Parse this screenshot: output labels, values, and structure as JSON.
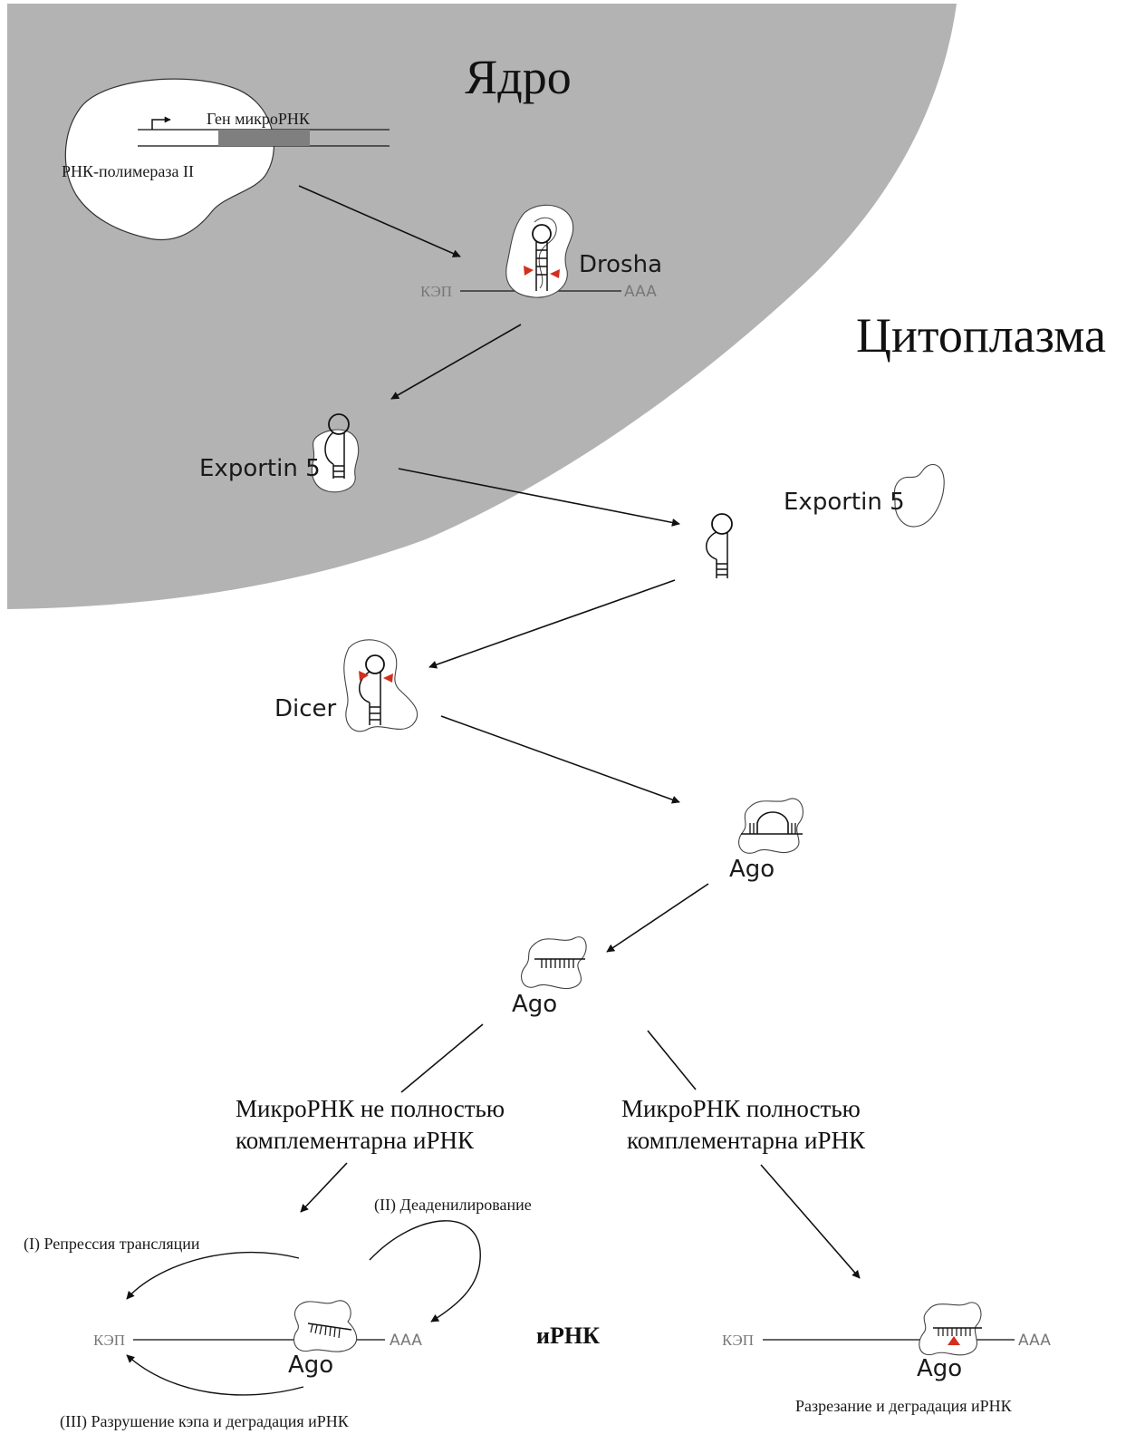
{
  "compartments": {
    "nucleus": "Ядро",
    "cytoplasm": "Цитоплазма"
  },
  "transcription": {
    "gene_label": "Ген микроРНК",
    "polymerase_label": "РНК-полимераза II"
  },
  "proteins": {
    "drosha": "Drosha",
    "exportin_nuclear": "Exportin 5",
    "exportin_cyto": "Exportin 5",
    "dicer": "Dicer",
    "ago_loading": "Ago",
    "ago_mature": "Ago",
    "ago_left": "Ago",
    "ago_right": "Ago"
  },
  "rna_ends": {
    "drosha_cap": "КЭП",
    "drosha_tail": "AAA",
    "left_cap": "КЭП",
    "left_tail": "AAA",
    "right_cap": "КЭП",
    "right_tail": "AAA"
  },
  "branches": {
    "partial_line1": "МикроРНК не полностью",
    "partial_line2": "комплементарна иРНК",
    "full_line1": "МикроРНК полностью",
    "full_line2": "комплементарна иРНК"
  },
  "mechanisms": {
    "repression": "(I) Репрессия трансляции",
    "deadenylation": "(II) Деаденилирование",
    "decapping": "(III) Разрушение кэпа и деградация иРНК",
    "cleavage": "Разрезание и деградация иРНК"
  },
  "mrna_label": "иРНК",
  "colors": {
    "nucleus_fill": "#b3b3b3",
    "cleavage_mark": "#d32f1e"
  }
}
